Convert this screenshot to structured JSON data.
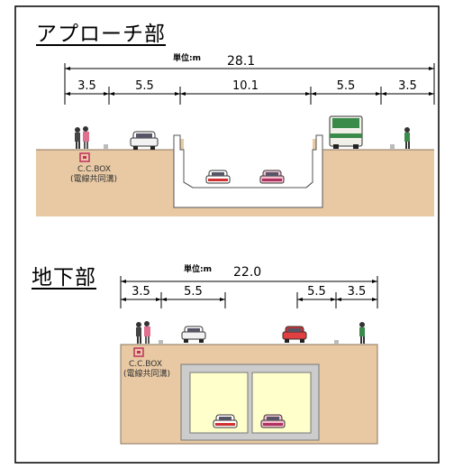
{
  "approach": {
    "title": "アプローチ部",
    "unit": "単位:m",
    "total": "28.1",
    "segments": [
      "3.5",
      "5.5",
      "10.1",
      "5.5",
      "3.5"
    ],
    "ccbox_line1": "C.C.BOX",
    "ccbox_line2": "(電線共同溝)"
  },
  "underground": {
    "title": "地下部",
    "unit": "単位:m",
    "total": "22.0",
    "segments": [
      "3.5",
      "5.5",
      "5.5",
      "3.5"
    ],
    "ccbox_line1": "C.C.BOX",
    "ccbox_line2": "(電線共同溝)"
  },
  "colors": {
    "ground": "#e8c9a3",
    "tunnel_inner": "#ffffcc",
    "concrete": "#cccccc",
    "ccbox": "#e06a8a"
  }
}
